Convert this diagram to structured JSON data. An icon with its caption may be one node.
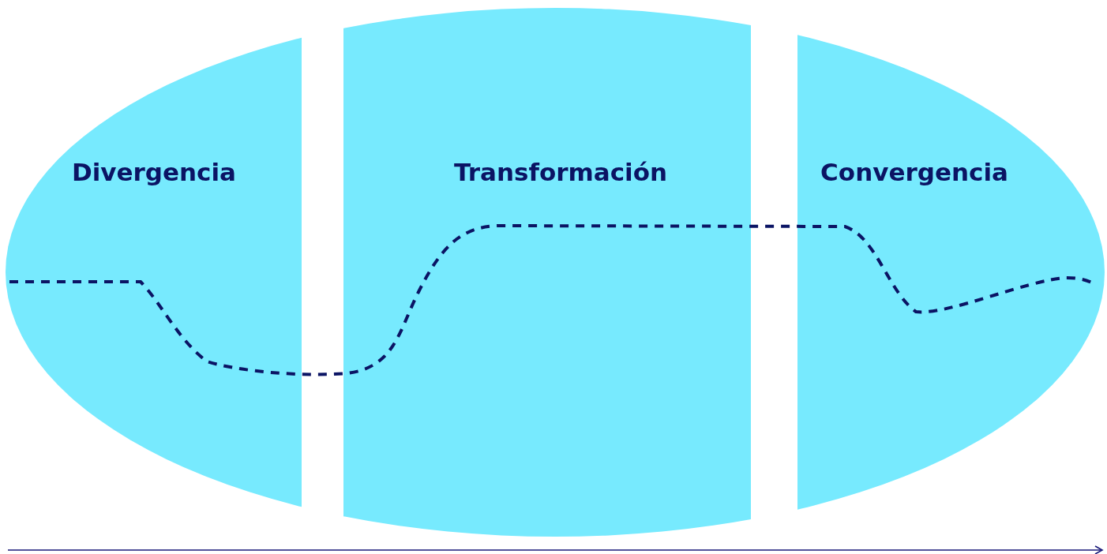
{
  "diagram": {
    "nodes": [
      {
        "text": [
          "Divergencia"
        ]
      },
      {
        "text": [
          "Transformación"
        ]
      },
      {
        "text": [
          "Convergencia"
        ]
      }
    ]
  }
}
